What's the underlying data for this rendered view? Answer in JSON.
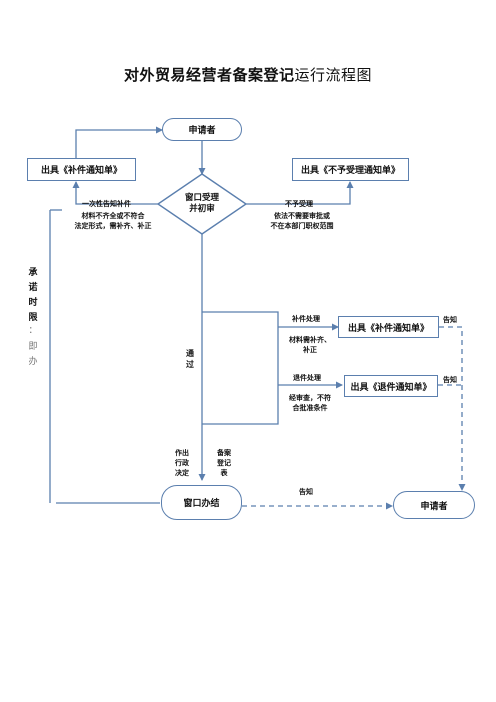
{
  "title": {
    "bold": "对外贸易经营者备案登记",
    "light": "运行流程图"
  },
  "nodes": {
    "applicant_top": "申请者",
    "supplement_notice_left": "出具《补件通知单》",
    "reject_notice": "出具《不予受理通知单》",
    "window_review_line1": "窗口受理",
    "window_review_line2": "并初审",
    "supplement_notice_right": "出具《补件通知单》",
    "return_notice": "出具《退件通知单》",
    "window_complete": "窗口办结",
    "applicant_bottom": "申请者"
  },
  "labels": {
    "one_time_notice": "一次性告知补件",
    "incomplete_line1": "材料不齐全或不符合",
    "incomplete_line2": "法定形式，需补齐、补正",
    "not_accepted": "不予受理",
    "not_needed_line1": "依法不需要审批或",
    "not_needed_line2": "不在本部门职权范围",
    "pass": "通过",
    "supplement_process": "补件处理",
    "supplement_reason_line1": "材料需补齐、",
    "supplement_reason_line2": "补正",
    "return_process": "退件处理",
    "return_reason_line1": "经审查，不符",
    "return_reason_line2": "合批准条件",
    "notify_1": "告知",
    "notify_2": "告知",
    "notify_3": "告知",
    "admin_decision": "作出行政决定",
    "registration_form": "备案登记表",
    "commitment_limit": "承诺时限",
    "colon": "：",
    "immediate": "即办"
  },
  "colors": {
    "line": "#5b7fae",
    "border": "#5b7fae",
    "text": "#111111"
  }
}
